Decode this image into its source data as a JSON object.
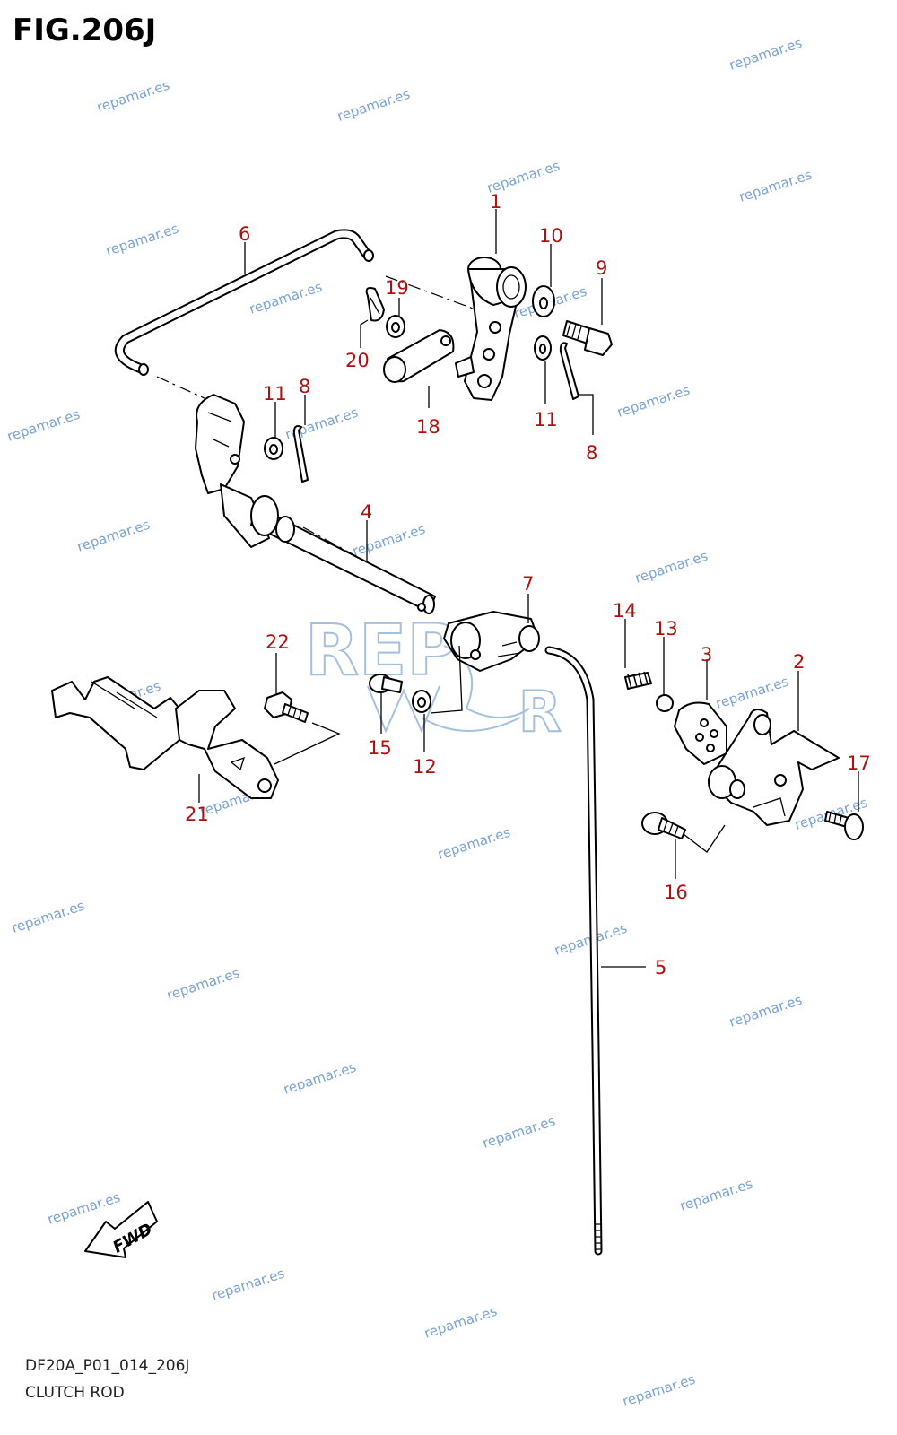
{
  "figure": {
    "title": "FIG.206J",
    "code": "DF20A_P01_014_206J",
    "name": "CLUTCH ROD"
  },
  "watermark": {
    "text": "repamar.es",
    "logo_top": "REP",
    "logo_bottom": "R",
    "color": "#7aa3d6"
  },
  "badge": {
    "label": "FWD"
  },
  "colors": {
    "callout": "#b01010",
    "line": "#000000"
  },
  "callouts": [
    {
      "id": "c1",
      "number": "1"
    },
    {
      "id": "c2",
      "number": "2"
    },
    {
      "id": "c3",
      "number": "3"
    },
    {
      "id": "c4",
      "number": "4"
    },
    {
      "id": "c5",
      "number": "5"
    },
    {
      "id": "c6",
      "number": "6"
    },
    {
      "id": "c7",
      "number": "7"
    },
    {
      "id": "c8a",
      "number": "8"
    },
    {
      "id": "c8b",
      "number": "8"
    },
    {
      "id": "c9",
      "number": "9"
    },
    {
      "id": "c10",
      "number": "10"
    },
    {
      "id": "c11a",
      "number": "11"
    },
    {
      "id": "c11b",
      "number": "11"
    },
    {
      "id": "c12",
      "number": "12"
    },
    {
      "id": "c13",
      "number": "13"
    },
    {
      "id": "c14",
      "number": "14"
    },
    {
      "id": "c15",
      "number": "15"
    },
    {
      "id": "c16",
      "number": "16"
    },
    {
      "id": "c17",
      "number": "17"
    },
    {
      "id": "c18",
      "number": "18"
    },
    {
      "id": "c19",
      "number": "19"
    },
    {
      "id": "c20",
      "number": "20"
    },
    {
      "id": "c21",
      "number": "21"
    },
    {
      "id": "c22",
      "number": "22"
    }
  ]
}
